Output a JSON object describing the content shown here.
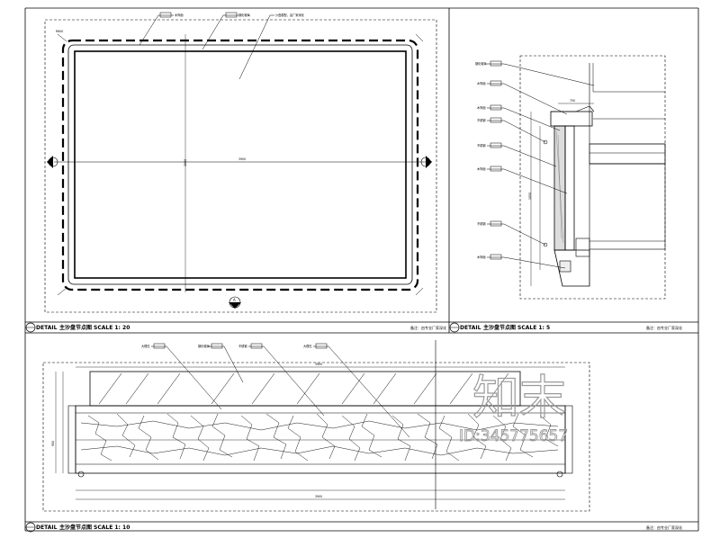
{
  "sheet": {
    "panel1": {
      "detail_word": "DETAIL",
      "title": "主沙盘节点图",
      "scale": "SCALE 1: 20",
      "right_note": "备注：由专业厂家深化",
      "callouts": [
        "木饰面",
        "钢化玻璃",
        "沙盘模型，由厂家深化"
      ],
      "dims": {
        "width": "3900",
        "height": "2800"
      },
      "section_mark": "A",
      "corner_dim": "R600"
    },
    "panel2": {
      "detail_word": "DETAIL",
      "title": "主沙盘节点图",
      "scale": "SCALE 1: 5",
      "right_note": "备注：由专业厂家深化",
      "callouts": [
        "钢化玻璃",
        "木饰面",
        "木饰面",
        "不锈钢",
        "不锈钢",
        "木饰面",
        "不锈钢",
        "木饰面"
      ],
      "dims": {
        "top": "750",
        "side": "1050"
      }
    },
    "panel3": {
      "detail_word": "DETAIL",
      "title": "主沙盘节点图",
      "scale": "SCALE 1: 10",
      "right_note": "备注：由专业厂家深化",
      "callouts": [
        "大理石",
        "钢化玻璃",
        "不锈钢",
        "大理石"
      ],
      "dims": {
        "top": "3900",
        "bottom": "3900",
        "left": "900"
      }
    },
    "watermark": {
      "brand": "知末",
      "id": "ID:345775657"
    }
  }
}
